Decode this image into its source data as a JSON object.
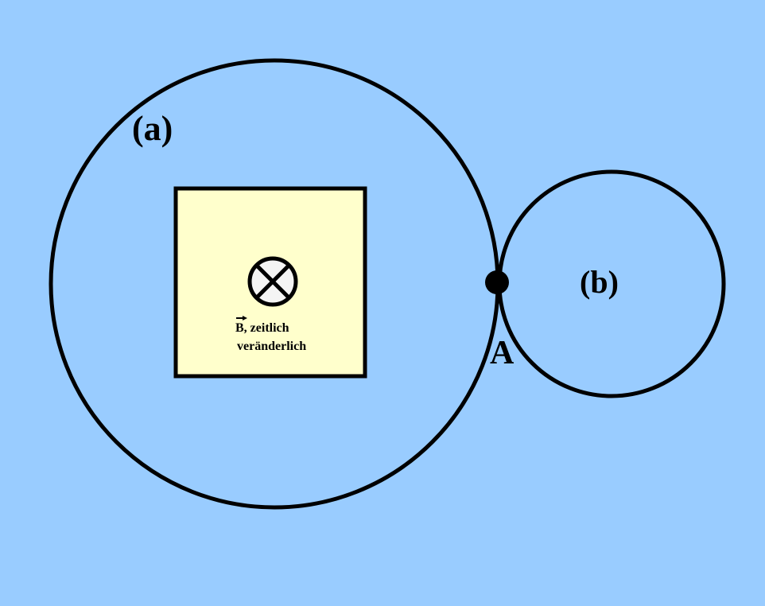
{
  "labels": {
    "loop_a": "(a)",
    "loop_b": "(b)",
    "point": "A",
    "field_symbol": "B",
    "field_line1": ", zeitlich",
    "field_line2": "veränderlich"
  },
  "colors": {
    "background": "#99ccff",
    "field_region": "#ffffcc",
    "stroke": "#000000",
    "into_page_fill": "#f4f4f4"
  }
}
